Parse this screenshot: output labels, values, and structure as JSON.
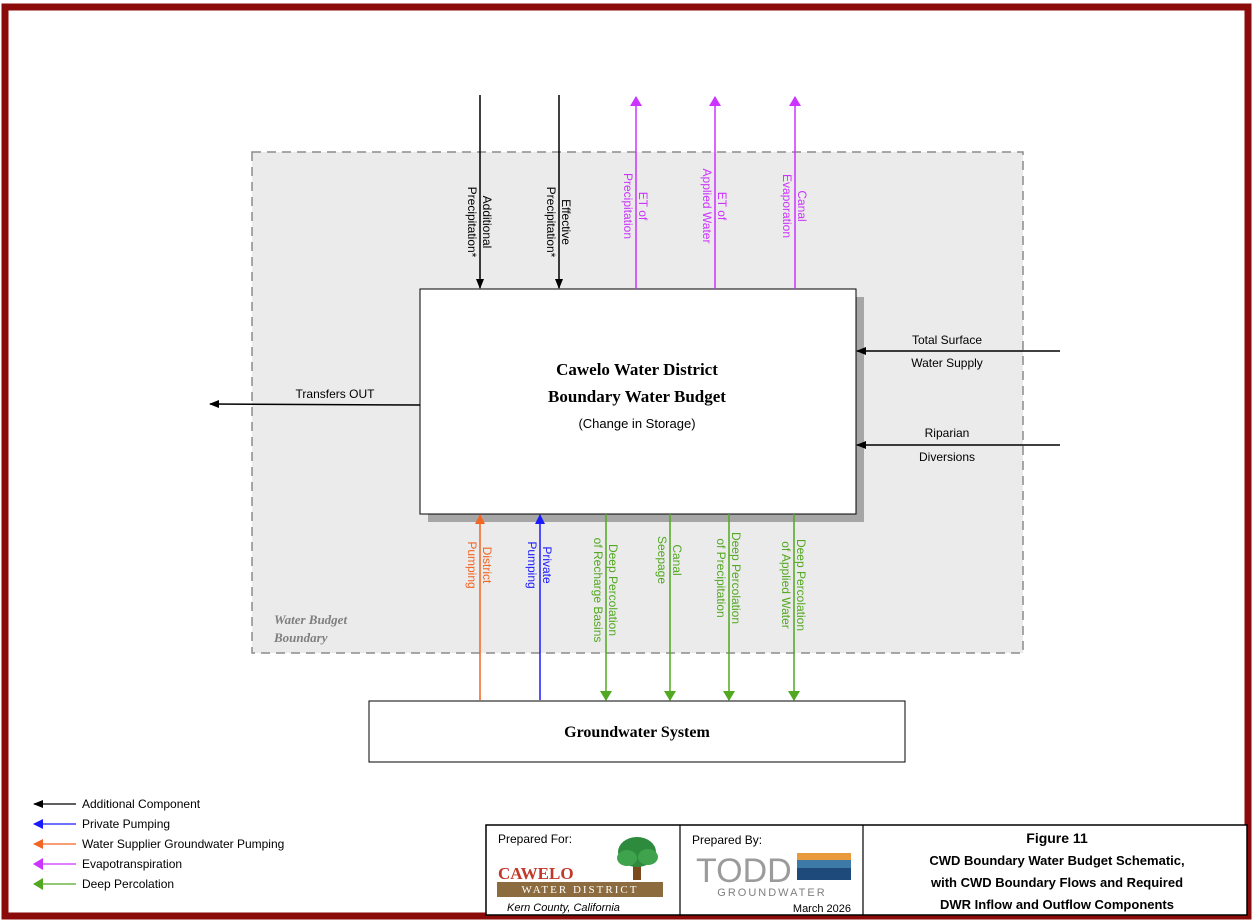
{
  "colors": {
    "frame": "#8b0a0a",
    "black_flow": "#000000",
    "private_pumping": "#1a1aff",
    "supplier_pumping": "#f26522",
    "evapotranspiration": "#cc33ff",
    "deep_percolation": "#52a820",
    "boundary_fill": "#ebebeb",
    "boundary_stroke": "#8c8c8c"
  },
  "central_box": {
    "title_line1": "Cawelo Water District",
    "title_line2": "Boundary Water Budget",
    "subtitle": "(Change in Storage)"
  },
  "boundary_label": {
    "line1": "Water Budget",
    "line2": "Boundary"
  },
  "groundwater_box": {
    "label": "Groundwater System"
  },
  "flows": {
    "additional_precipitation": [
      "Additional",
      "Precipitation*"
    ],
    "effective_precipitation": [
      "Effective",
      "Precipitation*"
    ],
    "et_precipitation": [
      "ET of",
      "Precipitation"
    ],
    "et_applied_water": [
      "ET of",
      "Applied Water"
    ],
    "canal_evaporation": [
      "Canal",
      "Evaporation"
    ],
    "total_surface_water": [
      "Total Surface",
      "Water Supply"
    ],
    "riparian_diversions": [
      "Riparian",
      "Diversions"
    ],
    "transfers_out": "Transfers OUT",
    "district_pumping": [
      "District",
      "Pumping"
    ],
    "private_pumping": [
      "Private",
      "Pumping"
    ],
    "deep_perc_recharge": [
      "Deep Percolation",
      "of Recharge Basins"
    ],
    "canal_seepage": [
      "Canal",
      "Seepage"
    ],
    "deep_perc_precip": [
      "Deep Percolation",
      "of Precipitation"
    ],
    "deep_perc_applied": [
      "Deep Percolation",
      "of Applied Water"
    ]
  },
  "legend": [
    {
      "label": "Additional Component",
      "color": "#000000"
    },
    {
      "label": "Private Pumping",
      "color": "#1a1aff"
    },
    {
      "label": "Water Supplier Groundwater Pumping",
      "color": "#f26522"
    },
    {
      "label": "Evapotranspiration",
      "color": "#cc33ff"
    },
    {
      "label": "Deep Percolation",
      "color": "#52a820"
    }
  ],
  "title_block": {
    "prepared_for": "Prepared For:",
    "cawelo_name": "CAWELO",
    "cawelo_sub": "WATER DISTRICT",
    "county": "Kern County, California",
    "prepared_by": "Prepared By:",
    "todd_name": "TODD",
    "todd_sub": "GROUNDWATER",
    "date": "March 2026",
    "figure_number": "Figure 11",
    "figure_title_1": "CWD Boundary Water Budget Schematic,",
    "figure_title_2": "with CWD Boundary Flows and Required",
    "figure_title_3": "DWR Inflow and Outflow Components"
  }
}
